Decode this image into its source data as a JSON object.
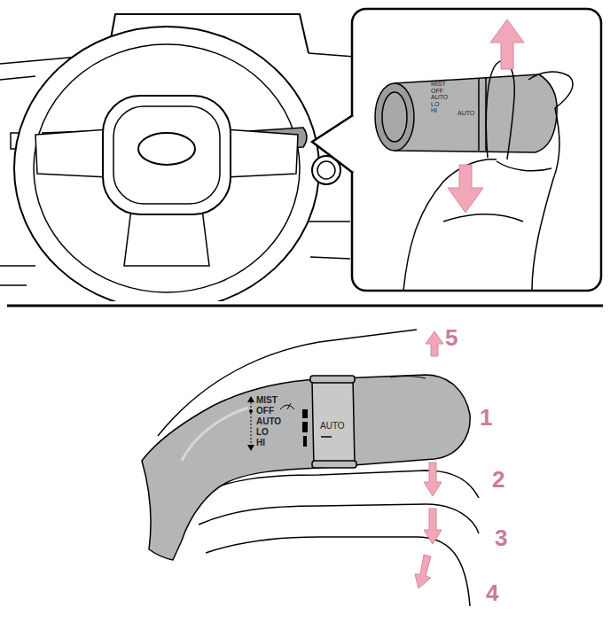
{
  "diagram": {
    "labels": [
      "MIST",
      "OFF",
      "AUTO",
      "LO",
      "HI",
      "AUTO",
      "MIST",
      "OFF",
      "AUTO",
      "LO",
      "HI",
      "AUTO",
      "5",
      "1",
      "2",
      "3",
      "4"
    ]
  }
}
